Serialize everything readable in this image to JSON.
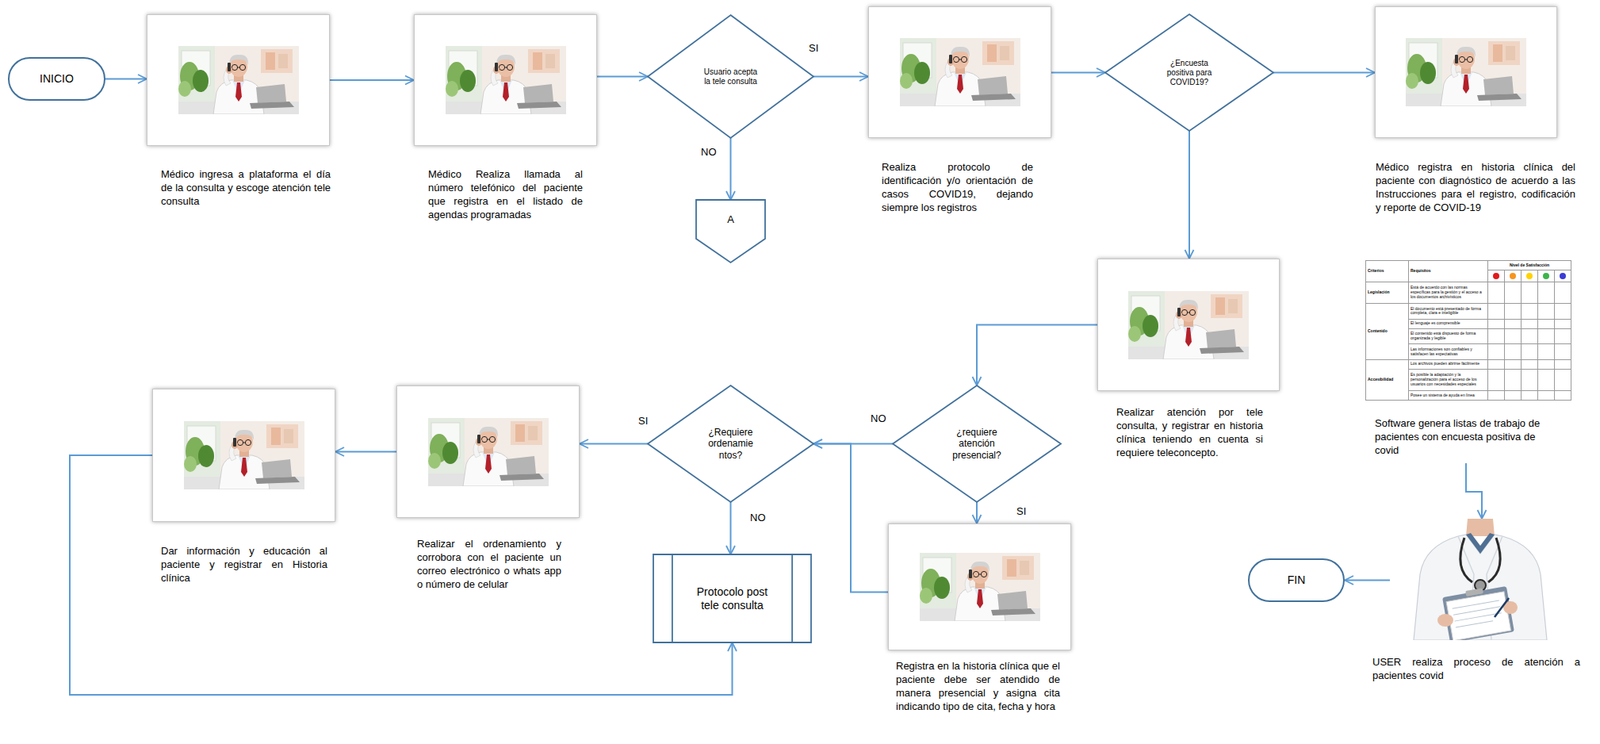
{
  "diagram": {
    "nodes": [
      {
        "text": [
          "INICIO"
        ]
      },
      {
        "text": [
          "Médico ingresa a plataforma el día de la consulta y escoge atención tele consulta"
        ]
      },
      {
        "text": [
          "Médico Realiza llamada al número telefónico del paciente que registra en el listado de agendas programadas"
        ]
      },
      {
        "text": [
          "Usuario acepta la tele consulta"
        ]
      },
      {
        "text": [
          "A"
        ]
      },
      {
        "text": [
          "Realiza protocolo de identificación y/o orientación de casos COVID19, dejando siempre los registros"
        ]
      },
      {
        "text": [
          "¿Encuesta positiva para COVID19?"
        ]
      },
      {
        "text": [
          "Médico registra en historia clínica del paciente con diagnóstico de acuerdo a las Instrucciones para el registro, codificación y reporte de COVID-19"
        ]
      },
      {
        "text": [
          "Realizar atención por tele consulta, y registrar en historia clínica teniendo en cuenta si requiere teleconcepto."
        ]
      },
      {
        "text": [
          "¿requiere atención presencial?"
        ]
      },
      {
        "text": [
          "Registra en la historia clínica que el paciente debe ser atendido de manera presencial y asigna cita indicando tipo de cita, fecha y hora"
        ]
      },
      {
        "text": [
          "¿Requiere ordenamientos?"
        ]
      },
      {
        "text": [
          "Realizar el ordenamiento y corrobora con el paciente un correo electrónico o whats app o número de celular"
        ]
      },
      {
        "text": [
          "Dar información y educación al paciente y registrar en Historia clínica"
        ]
      },
      {
        "text": [
          "Protocolo post tele consulta"
        ]
      },
      {
        "text": [
          "Software genera listas de trabajo de pacientes con encuesta positiva de covid"
        ]
      },
      {
        "text": [
          "USER realiza proceso de atención a pacientes covid"
        ]
      },
      {
        "text": [
          "FIN"
        ]
      }
    ],
    "edges": [
      {
        "from": 0,
        "to": 1,
        "arrow": "to"
      },
      {
        "from": 1,
        "to": 2,
        "arrow": "to"
      },
      {
        "from": 2,
        "to": 3,
        "arrow": "to"
      },
      {
        "from": 3,
        "to": 5,
        "label": "SI",
        "arrow": "to"
      },
      {
        "from": 3,
        "to": 4,
        "label": "NO",
        "arrow": "to"
      },
      {
        "from": 5,
        "to": 6,
        "arrow": "to"
      },
      {
        "from": 6,
        "to": 7,
        "arrow": "to"
      },
      {
        "from": 6,
        "to": 8,
        "arrow": "to"
      },
      {
        "from": 8,
        "to": 9,
        "arrow": "to"
      },
      {
        "from": 9,
        "to": 11,
        "label": "NO",
        "arrow": "to"
      },
      {
        "from": 9,
        "to": 10,
        "label": "SI",
        "arrow": "to"
      },
      {
        "from": 10,
        "to": 11,
        "arrow": "to"
      },
      {
        "from": 11,
        "to": 12,
        "label": "SI",
        "arrow": "to"
      },
      {
        "from": 11,
        "to": 14,
        "label": "NO",
        "arrow": "to"
      },
      {
        "from": 12,
        "to": 13,
        "arrow": "to"
      },
      {
        "from": 13,
        "to": 14,
        "arrow": "to"
      },
      {
        "from": 15,
        "to": 16,
        "arrow": "to"
      },
      {
        "from": 16,
        "to": 17,
        "arrow": "to"
      }
    ],
    "labels": [
      "Criterios",
      "Requisitos",
      "Nivel de Satisfacción",
      "Legislación",
      "Está de acuerdo con las normas específicas para la gestión y el acceso a los documentos archivísticos",
      "Contenido",
      "El documento está presentado de forma completa, clara e inteligible",
      "El lenguaje es comprensible",
      "El contenido está dispuesto de forma organizada y legible",
      "Las informaciones son confiables y satisfacen las expectativas",
      "Accesibilidad",
      "Los archivos pueden abrirse fácilmente",
      "Es posible la adaptación y la personalización para el acceso de los usuarios con necesidades especiales",
      "Posee un sistema de ayuda en línea"
    ]
  }
}
